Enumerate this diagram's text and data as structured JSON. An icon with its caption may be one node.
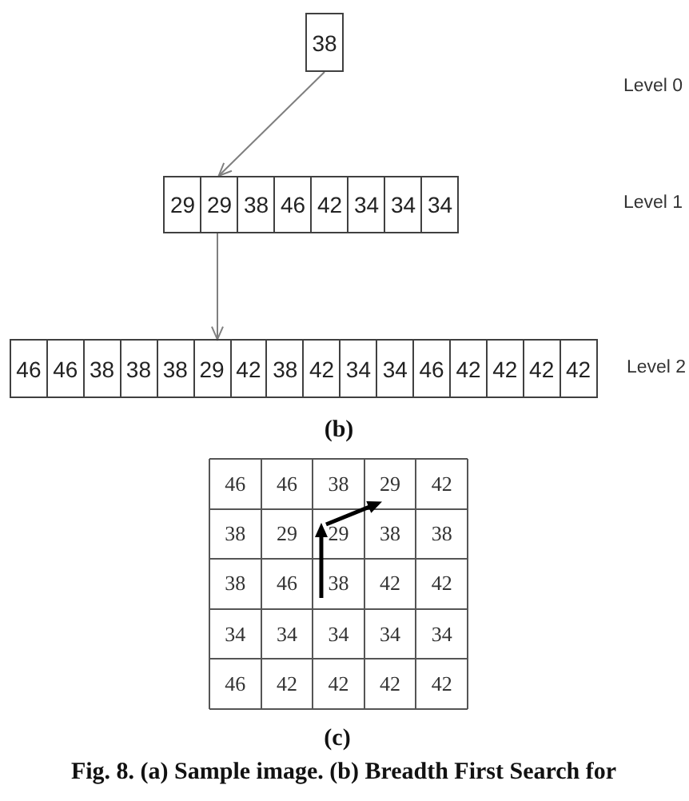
{
  "diagram": {
    "caption": "Fig. 8. (a) Sample image. (b) Breadth First Search for",
    "nodes": [
      {
        "text": [
          "38"
        ]
      },
      {
        "text": [
          "29"
        ]
      },
      {
        "text": [
          "29"
        ]
      },
      {
        "text": [
          "38"
        ]
      },
      {
        "text": [
          "46"
        ]
      },
      {
        "text": [
          "42"
        ]
      },
      {
        "text": [
          "34"
        ]
      },
      {
        "text": [
          "34"
        ]
      },
      {
        "text": [
          "34"
        ]
      },
      {
        "text": [
          "46"
        ]
      },
      {
        "text": [
          "46"
        ]
      },
      {
        "text": [
          "38"
        ]
      },
      {
        "text": [
          "38"
        ]
      },
      {
        "text": [
          "38"
        ]
      },
      {
        "text": [
          "29"
        ]
      },
      {
        "text": [
          "42"
        ]
      },
      {
        "text": [
          "38"
        ]
      },
      {
        "text": [
          "42"
        ]
      },
      {
        "text": [
          "34"
        ]
      },
      {
        "text": [
          "34"
        ]
      },
      {
        "text": [
          "46"
        ]
      },
      {
        "text": [
          "42"
        ]
      },
      {
        "text": [
          "42"
        ]
      },
      {
        "text": [
          "42"
        ]
      },
      {
        "text": [
          "42"
        ]
      },
      {
        "text": [
          "46"
        ]
      },
      {
        "text": [
          "46"
        ]
      },
      {
        "text": [
          "38"
        ]
      },
      {
        "text": [
          "29"
        ]
      },
      {
        "text": [
          "42"
        ]
      },
      {
        "text": [
          "38"
        ]
      },
      {
        "text": [
          "29"
        ]
      },
      {
        "text": [
          "29"
        ]
      },
      {
        "text": [
          "38"
        ]
      },
      {
        "text": [
          "38"
        ]
      },
      {
        "text": [
          "38"
        ]
      },
      {
        "text": [
          "46"
        ]
      },
      {
        "text": [
          "38"
        ]
      },
      {
        "text": [
          "42"
        ]
      },
      {
        "text": [
          "42"
        ]
      },
      {
        "text": [
          "34"
        ]
      },
      {
        "text": [
          "34"
        ]
      },
      {
        "text": [
          "34"
        ]
      },
      {
        "text": [
          "34"
        ]
      },
      {
        "text": [
          "34"
        ]
      },
      {
        "text": [
          "46"
        ]
      },
      {
        "text": [
          "42"
        ]
      },
      {
        "text": [
          "42"
        ]
      },
      {
        "text": [
          "42"
        ]
      },
      {
        "text": [
          "42"
        ]
      }
    ],
    "edges": [
      {
        "from": 0,
        "to": 2,
        "arrow": "to",
        "color": "#7f7f7f"
      },
      {
        "from": 2,
        "to": 14,
        "arrow": "to",
        "color": "#7f7f7f"
      },
      {
        "from": 37,
        "to": 32,
        "arrow": "to",
        "style": "thick",
        "color": "#000000"
      },
      {
        "from": 32,
        "to": 28,
        "arrow": "to",
        "style": "thick",
        "color": "#000000"
      }
    ],
    "labels": [
      "Level 0",
      "Level 1",
      "Level 2",
      "(b)",
      "(c)"
    ]
  }
}
